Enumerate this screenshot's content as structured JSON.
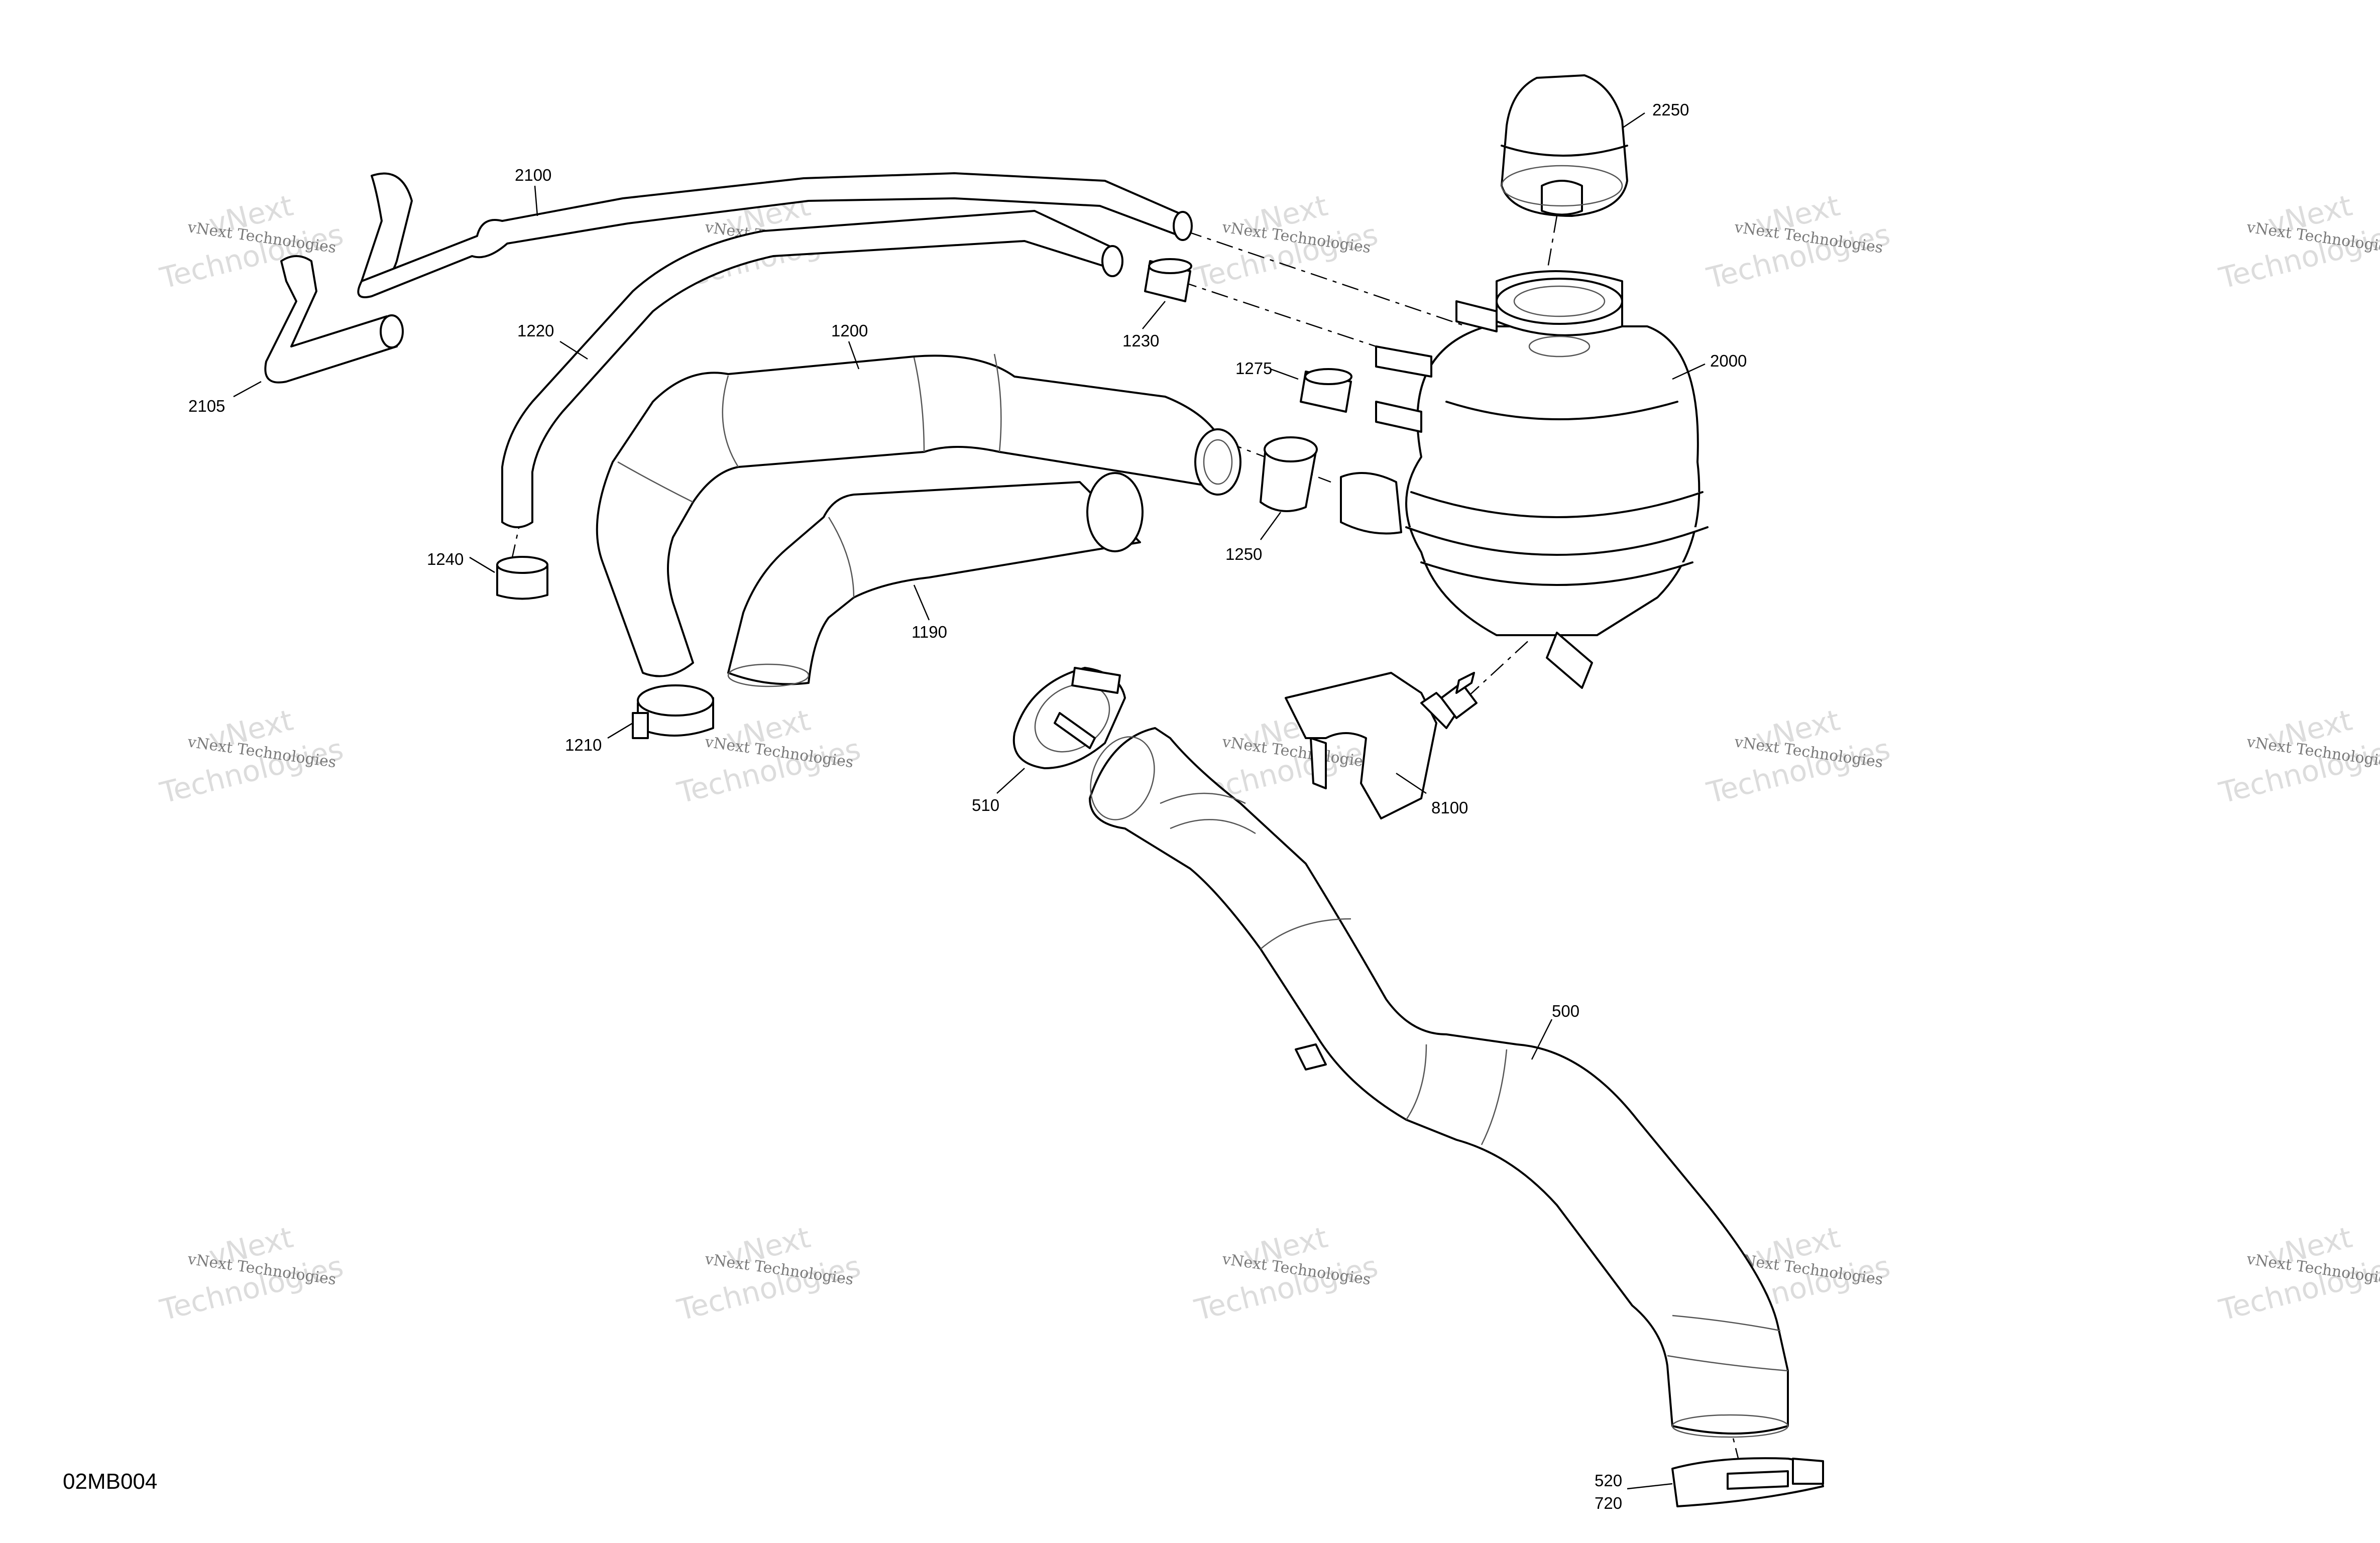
{
  "diagram_id": "02MB004",
  "watermark": {
    "line1": "vNext",
    "line2": "Technologies",
    "caption": "vNext Technologies"
  },
  "callouts": {
    "c2250": "2250",
    "c2100": "2100",
    "c2000": "2000",
    "c2105": "2105",
    "c1220": "1220",
    "c1200": "1200",
    "c1230": "1230",
    "c1275": "1275",
    "c1240": "1240",
    "c1250": "1250",
    "c1190": "1190",
    "c1210": "1210",
    "c510": "510",
    "c8100": "8100",
    "c500": "500",
    "c520": "520",
    "c720": "720"
  }
}
